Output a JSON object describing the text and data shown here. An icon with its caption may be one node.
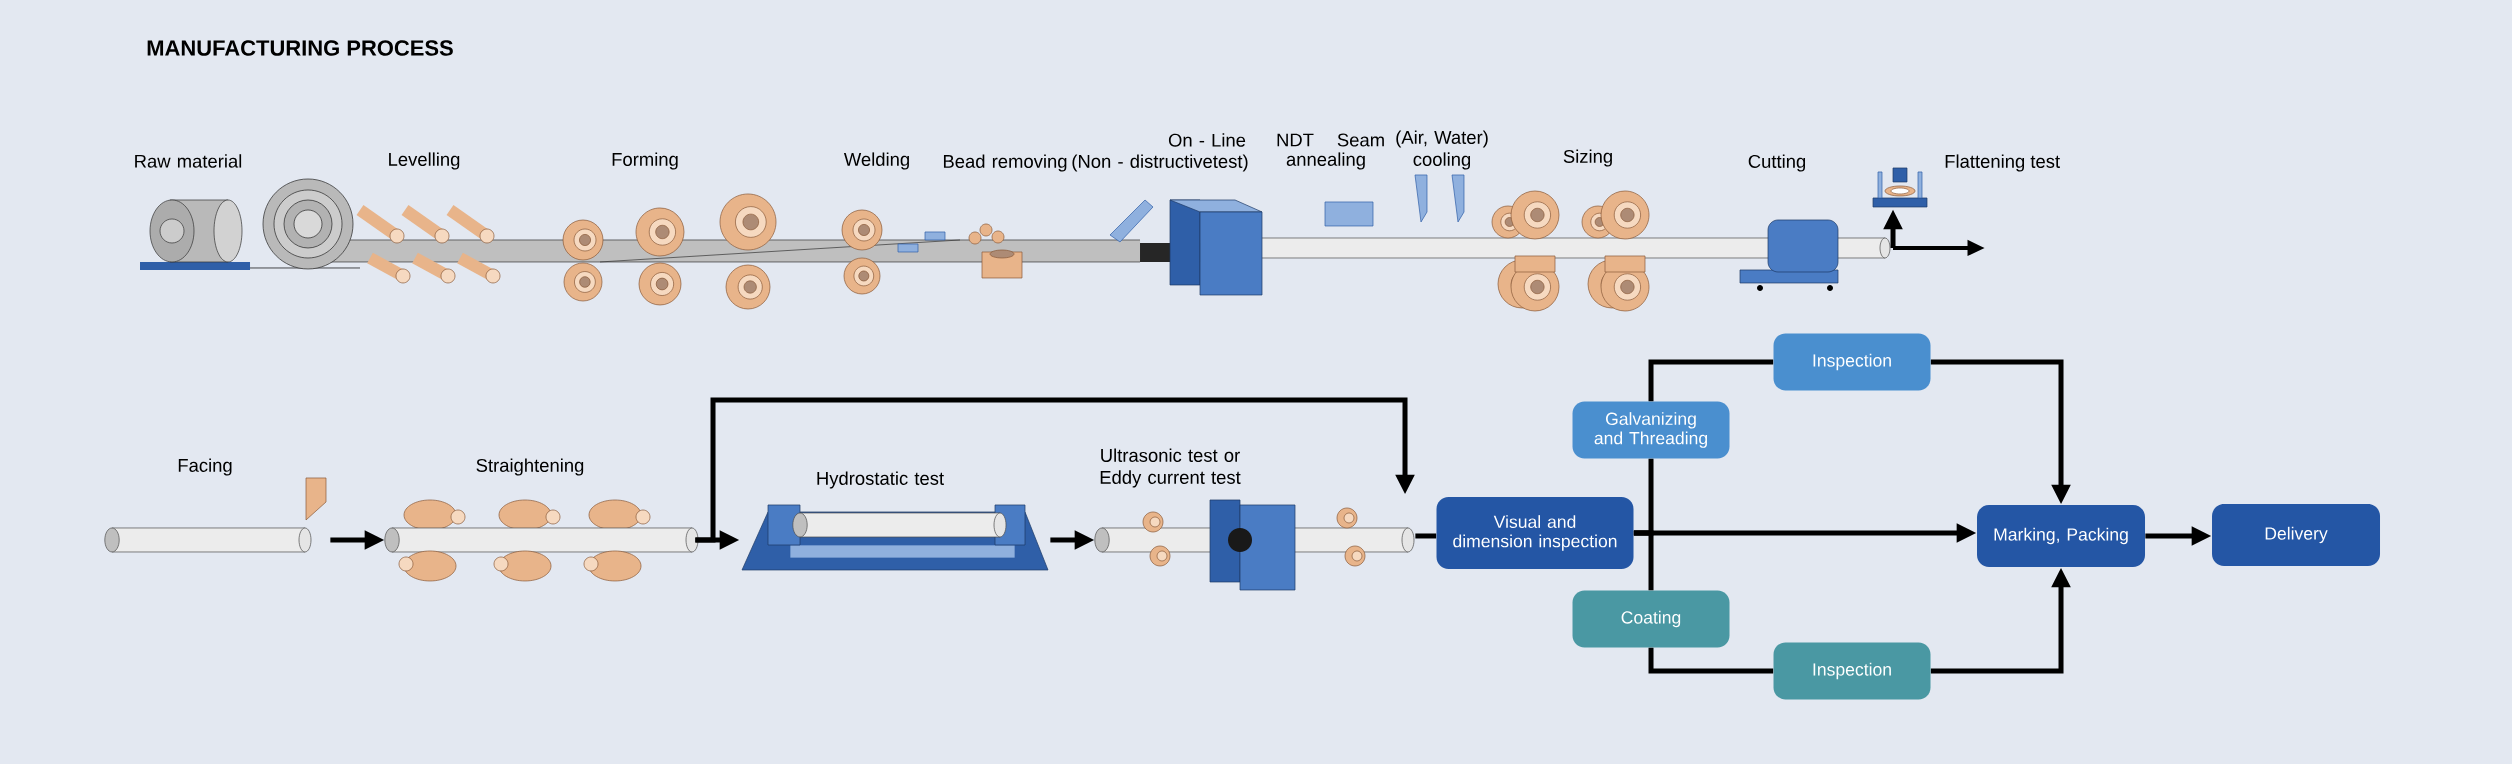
{
  "diagram": {
    "title": "MANUFACTURING PROCESS",
    "nodes": [
      {
        "text": [],
        "shape": "picture",
        "beside": [
          "Flattening test"
        ]
      },
      {
        "text": [],
        "shape": "picture",
        "beside": [
          "Facing"
        ]
      },
      {
        "text": [],
        "shape": "picture",
        "beside": [
          "Straightening"
        ]
      },
      {
        "text": [],
        "shape": "picture",
        "beside": [
          "Hydrostatic test"
        ]
      },
      {
        "text": [],
        "shape": "picture",
        "beside": [
          "Ultrasonic test or Eddy current test"
        ]
      },
      {
        "text": [
          "Visual and dimension inspection"
        ]
      },
      {
        "text": [
          "Galvanizing and Threading"
        ]
      },
      {
        "text": [
          "Inspection"
        ]
      },
      {
        "text": [
          "Coating"
        ]
      },
      {
        "text": [
          "Inspection"
        ]
      },
      {
        "text": [
          "Marking, Packing"
        ]
      },
      {
        "text": [
          "Delivery"
        ]
      }
    ],
    "edges": [
      {
        "from": null,
        "to": 0,
        "arrow": "to"
      },
      {
        "from": 1,
        "to": 2,
        "arrow": "to"
      },
      {
        "from": 2,
        "to": 3,
        "arrow": "to"
      },
      {
        "from": 3,
        "to": 4,
        "arrow": "to"
      },
      {
        "from": 4,
        "to": 5,
        "arrow": "none"
      },
      {
        "from": 2,
        "to": 4,
        "arrow": "to"
      },
      {
        "from": 5,
        "to": 6,
        "arrow": "none"
      },
      {
        "from": 6,
        "to": 7,
        "arrow": "none"
      },
      {
        "from": 7,
        "to": 10,
        "arrow": "to"
      },
      {
        "from": 5,
        "to": 8,
        "arrow": "none"
      },
      {
        "from": 8,
        "to": 9,
        "arrow": "none"
      },
      {
        "from": 9,
        "to": 10,
        "arrow": "to"
      },
      {
        "from": 5,
        "to": 10,
        "arrow": "to"
      },
      {
        "from": 10,
        "to": 11,
        "arrow": "to"
      }
    ],
    "labels": [
      "Raw material",
      "Levelling",
      "Forming",
      "Welding",
      "Bead removing",
      "On - Line",
      "(Non - distructivetest)",
      "NDT",
      "Seam",
      "annealing",
      "(Air, Water) cooling",
      "Sizing",
      "Cutting"
    ]
  }
}
